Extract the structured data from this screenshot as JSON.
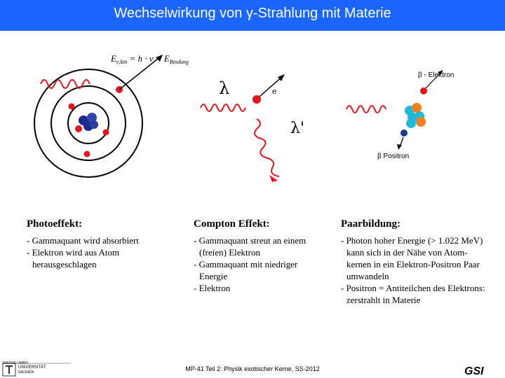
{
  "header": {
    "title": "Wechselwirkung von γ-Strahlung mit Materie",
    "color": "#1a66ff"
  },
  "diagram": {
    "formula": {
      "lhs": "E",
      "lhs_sub": "e,kin",
      "middle": " = h · ν − E",
      "rhs_sub": "Bindung"
    },
    "compton": {
      "lambda": "λ",
      "lambda_prime": "λ'",
      "electron": "e"
    },
    "pair": {
      "beta_minus": "β - Elektron",
      "beta_plus": "β  Positron"
    }
  },
  "columns": {
    "photo": {
      "heading": "Photoeffekt:",
      "lines": [
        "- Gammaquant wird absorbiert",
        "- Elektron wird aus Atom",
        "herausgeschlagen"
      ]
    },
    "compton": {
      "heading": "Compton Effekt:",
      "lines": [
        "- Gammaquant streut an einem",
        "(freien) Elektron",
        "- Gammaquant mit niedriger",
        "Energie",
        "- Elektron"
      ]
    },
    "pair": {
      "heading": "Paarbildung:",
      "lines": [
        "- Photon hoher Energie (> 1.022 MeV)",
        "kann sich in der Nähe von Atom-",
        "kernen in ein Elektron-Positron Paar",
        "umwandeln",
        "- Positron = Antiteilchen des Elektrons:",
        "zerstrahlt in Materie"
      ]
    }
  },
  "footer": {
    "text": "MP-41 Teil 2: Physik exotischer Kerne, SS-2012"
  },
  "logos": {
    "uni": [
      "JUSTUS-LIEBIG-",
      "UNIVERSITÄT",
      "GIESSEN"
    ],
    "gsi": "GSI"
  },
  "colors": {
    "wave": "#e8141c",
    "electron": "#e8141c",
    "nucleon_blue": "#1a2a8c",
    "cyan": "#22b8d8",
    "orange": "#f08020",
    "positron": "#1a3a8a"
  }
}
